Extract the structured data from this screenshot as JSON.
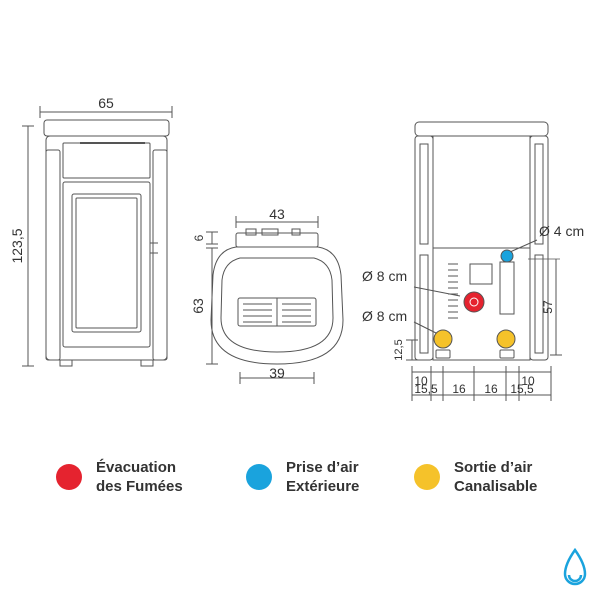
{
  "dimensions": {
    "front_width": "65",
    "front_height": "123,5",
    "top_width": "43",
    "top_offset": "6",
    "top_depth": "63",
    "top_bottom": "39",
    "diam_small": "Ø 4 cm",
    "diam_fumes": "Ø 8 cm",
    "diam_outlet": "Ø 8 cm",
    "height_57": "57",
    "height_125": "12,5",
    "bottom_10_left": "10",
    "bottom_10_right": "10",
    "bottom_155_left": "15,5",
    "bottom_16_a": "16",
    "bottom_16_b": "16",
    "bottom_155_right": "15,5"
  },
  "legend": [
    {
      "color": "#e5232f",
      "icon": "red-circle",
      "line1": "Évacuation",
      "line2": "des Fumées"
    },
    {
      "color": "#1aa3dd",
      "icon": "blue-circle",
      "line1": "Prise d’air",
      "line2": "Extérieure"
    },
    {
      "color": "#f5c22a",
      "icon": "yellow-circle",
      "line1": "Sortie d’air",
      "line2": "Canalisable"
    }
  ],
  "colors": {
    "line": "#555555",
    "brand": "#1aa3dd"
  }
}
